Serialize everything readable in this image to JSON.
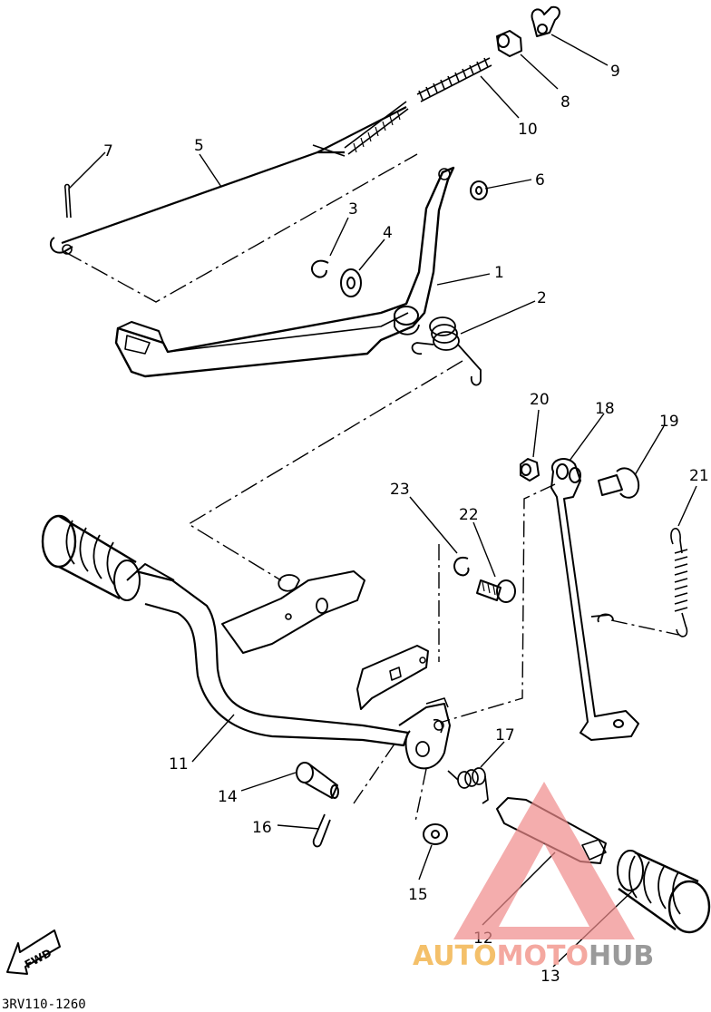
{
  "diagram": {
    "callouts": [
      "1",
      "2",
      "3",
      "4",
      "5",
      "6",
      "7",
      "8",
      "9",
      "10",
      "11",
      "12",
      "13",
      "14",
      "15",
      "16",
      "17",
      "18",
      "19",
      "20",
      "21",
      "22",
      "23"
    ],
    "direction_label": "FWD",
    "drawing_code": "3RV110-1260"
  },
  "watermark": {
    "part1": "AUTO",
    "part2": "MOTO",
    "part3": "HUB",
    "colors": {
      "part1": "#f4c06a",
      "part2": "#f4a8a0",
      "part3": "#9a9a9a",
      "triangle": "#f08a8a"
    }
  }
}
